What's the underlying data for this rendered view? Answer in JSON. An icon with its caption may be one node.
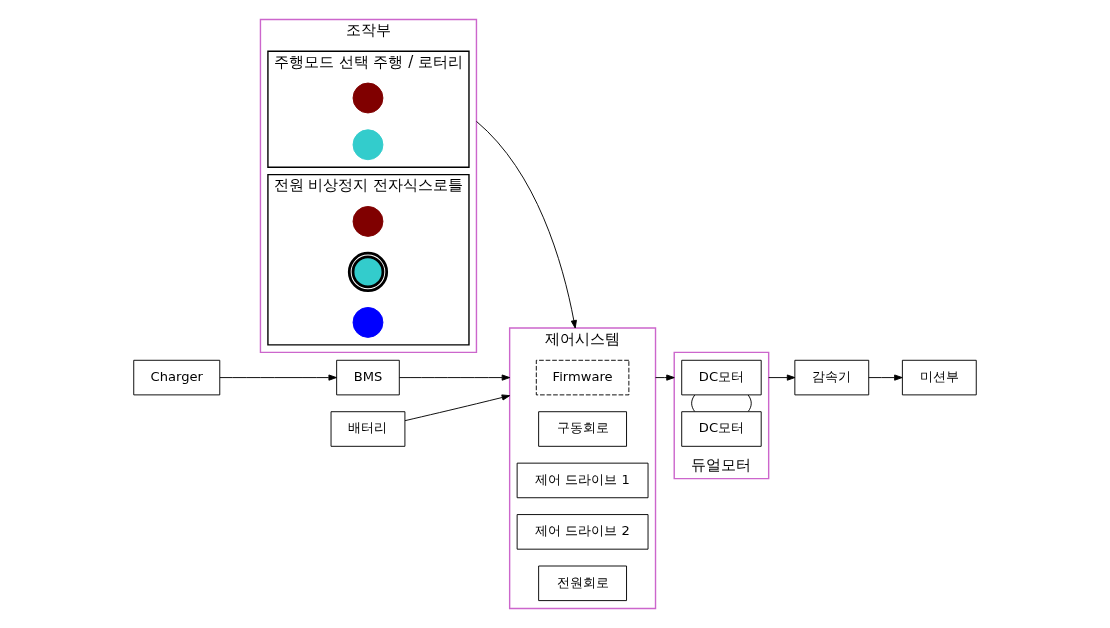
{
  "diagram": {
    "nodes": [
      {
        "text": [
          "조작부"
        ]
      },
      {
        "text": [
          "주행모드 선택 주행 / 로터리"
        ],
        "in": 0
      },
      {
        "text": [],
        "shape": "circle",
        "in": 1
      },
      {
        "text": [],
        "shape": "circle",
        "in": 1
      },
      {
        "text": [
          "전원 비상정지 전자식스로틀"
        ],
        "in": 0
      },
      {
        "text": [],
        "shape": "circle",
        "in": 4
      },
      {
        "text": [],
        "shape": "circle",
        "in": 4
      },
      {
        "text": [],
        "shape": "circle",
        "in": 4
      },
      {
        "text": [
          "제어시스템"
        ]
      },
      {
        "text": [
          "Firmware"
        ],
        "in": 8
      },
      {
        "text": [
          "구동회로"
        ],
        "in": 8
      },
      {
        "text": [
          "제어 드라이브 1"
        ],
        "in": 8
      },
      {
        "text": [
          "제어 드라이브 2"
        ],
        "in": 8
      },
      {
        "text": [
          "전원회로"
        ],
        "in": 8
      },
      {
        "text": [
          "듀얼모터"
        ]
      },
      {
        "text": [
          "DC모터"
        ],
        "in": 14
      },
      {
        "text": [
          "DC모터"
        ],
        "in": 14
      },
      {
        "text": [
          "감속기"
        ]
      },
      {
        "text": [
          "미션부"
        ]
      },
      {
        "text": [
          "Charger"
        ]
      },
      {
        "text": [
          "BMS"
        ]
      },
      {
        "text": [
          "배터리"
        ]
      }
    ],
    "edges": [
      {
        "from": 0,
        "to": 8,
        "arrow": "to"
      },
      {
        "from": 8,
        "to": 14,
        "arrow": "to"
      },
      {
        "from": 15,
        "to": 16,
        "arrow": "none"
      },
      {
        "from": 15,
        "to": 16,
        "arrow": "none"
      },
      {
        "from": 14,
        "to": 17,
        "arrow": "to"
      },
      {
        "from": 17,
        "to": 18,
        "arrow": "to"
      },
      {
        "from": 19,
        "to": 20,
        "arrow": "to"
      },
      {
        "from": 20,
        "to": 8,
        "arrow": "to"
      },
      {
        "from": 21,
        "to": 8,
        "arrow": "to"
      }
    ]
  }
}
